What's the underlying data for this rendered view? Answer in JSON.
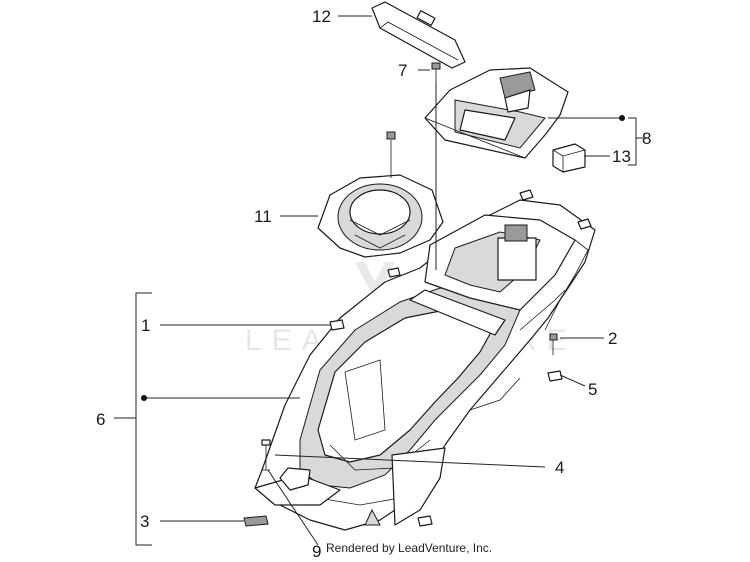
{
  "diagram": {
    "watermark": "LEADVENTURE",
    "credit": "Rendered by LeadVenture, Inc.",
    "callouts": {
      "c1": "1",
      "c2": "2",
      "c3": "3",
      "c4": "4",
      "c5": "5",
      "c6": "6",
      "c7": "7",
      "c8": "8",
      "c9": "9",
      "c11": "11",
      "c12": "12",
      "c13": "13"
    }
  }
}
